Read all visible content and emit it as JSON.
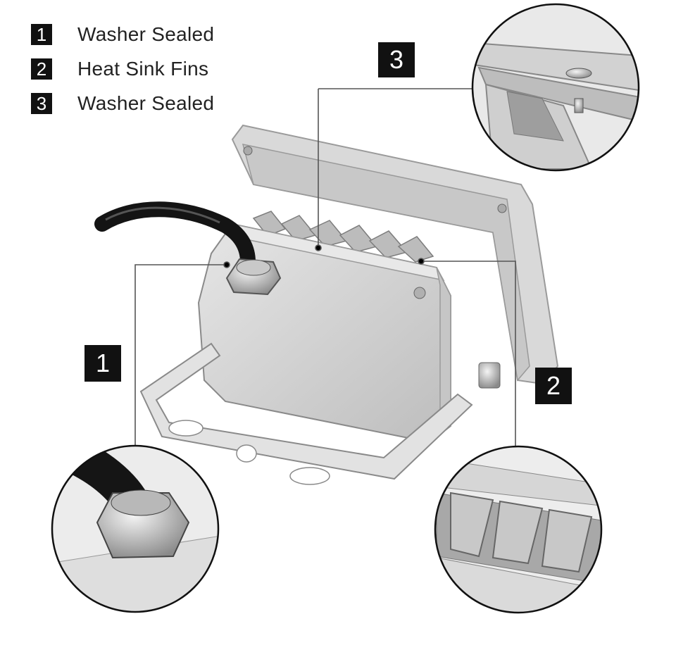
{
  "legend": {
    "items": [
      {
        "number": "1",
        "label": "Washer Sealed"
      },
      {
        "number": "2",
        "label": "Heat Sink Fins"
      },
      {
        "number": "3",
        "label": "Washer Sealed"
      }
    ]
  },
  "callouts": {
    "one": "1",
    "two": "2",
    "three": "3"
  }
}
